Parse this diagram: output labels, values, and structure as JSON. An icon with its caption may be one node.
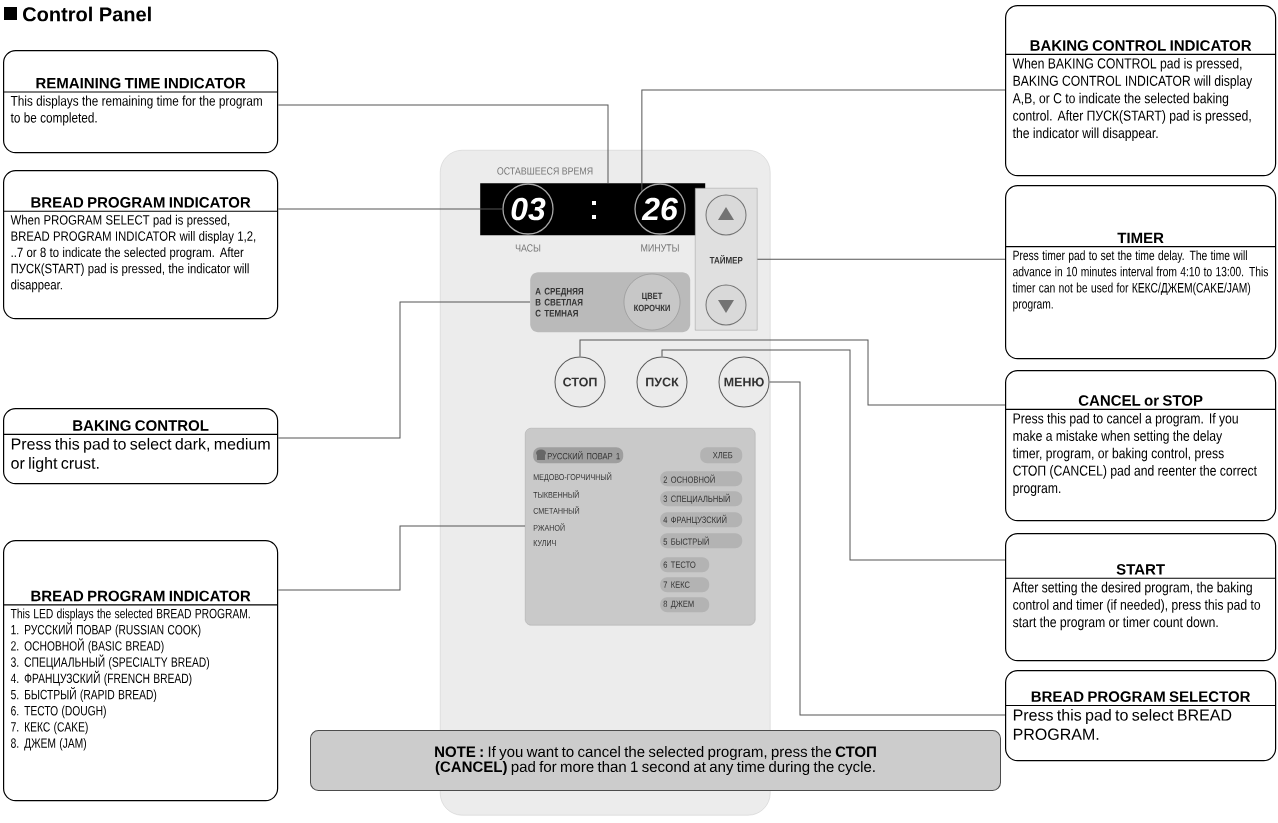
{
  "diagram": {
    "title": "Control Panel",
    "nodes": [
      {
        "text": [
          "REMAINING TIME INDICATOR",
          "This displays the remaining time for the program to be completed."
        ]
      },
      {
        "text": [
          "BREAD PROGRAM INDICATOR",
          "When PROGRAM SELECT pad is pressed, BREAD PROGRAM INDICATOR will display 1,2, ..7 or 8 to indicate the selected program. After ПУСК(START) pad is pressed, the indicator will disappear."
        ]
      },
      {
        "text": [
          "BAKING CONTROL",
          "Press this pad to select dark, medium or light crust."
        ]
      },
      {
        "text": [
          "BREAD PROGRAM INDICATOR",
          "This LED displays the selected BREAD PROGRAM.",
          "1. РУССКИЙ ПОВАР (RUSSIAN COOK)",
          "2. ОСНОВНОЙ (BASIC BREAD)",
          "3. СПЕЦИАЛЬНЫЙ (SPECIALTY BREAD)",
          "4. ФРАНЦУЗСКИЙ (FRENCH BREAD)",
          "5. БЫСТРЫЙ (RAPID BREAD)",
          "6. ТЕСТО (DOUGH)",
          "7. КЕКС (CAKE)",
          "8. ДЖЕМ (JAM)"
        ]
      },
      {
        "text": [
          "BAKING CONTROL INDICATOR",
          "When BAKING CONTROL pad is pressed, BAKING CONTROL INDICATOR will display A,B, or C to indicate the selected baking control. After ПУСК(START) pad is pressed, the indicator will disappear."
        ]
      },
      {
        "text": [
          "TIMER",
          "Press timer pad to set the time delay. The time will advance in 10 minutes interval from 4:10 to 13:00. This timer can not be used for КЕКС/ДЖЕМ(CAKE/JAM) program."
        ]
      },
      {
        "text": [
          "CANCEL or STOP",
          "Press this pad to cancel a program. If you make a mistake when setting the delay timer, program, or baking control, press СТОП (CANCEL) pad and reenter the correct program."
        ]
      },
      {
        "text": [
          "START",
          "After setting the desired program, the baking control and timer (if needed), press this pad to start the program or timer count down."
        ]
      },
      {
        "text": [
          "BREAD PROGRAM SELECTOR",
          "Press this pad to select BREAD PROGRAM."
        ]
      },
      {
        "text": [],
        "shape": "box"
      },
      {
        "text": [],
        "shape": "box",
        "in": 9,
        "beside": [
          "ОСТАВШЕЕСЯ ВРЕМЯ"
        ]
      },
      {
        "text": [
          "03"
        ],
        "in": 10,
        "beside": [
          "ЧАСЫ"
        ]
      },
      {
        "text": [
          "26"
        ],
        "in": 10,
        "beside": [
          "МИНУТЫ"
        ]
      },
      {
        "text": [
          "A СРЕДНЯЯ",
          "B СВЕТЛАЯ",
          "C ТЕМНАЯ"
        ],
        "in": 9
      },
      {
        "text": [
          "ЦВЕТ КОРОЧКИ"
        ],
        "in": 13
      },
      {
        "text": [
          "ТАЙМЕР"
        ],
        "in": 9
      },
      {
        "text": [],
        "shape": "circle",
        "in": 15
      },
      {
        "text": [],
        "shape": "circle",
        "in": 15
      },
      {
        "text": [
          "СТОП"
        ],
        "in": 9
      },
      {
        "text": [
          "ПУСК"
        ],
        "in": 9
      },
      {
        "text": [
          "МЕНЮ"
        ],
        "in": 9
      },
      {
        "text": [],
        "shape": "box",
        "in": 9
      },
      {
        "text": [
          "РУССКИЙ ПОВАР 1"
        ],
        "in": 21
      },
      {
        "text": [
          "ХЛЕБ"
        ],
        "in": 21
      },
      {
        "text": [
          "2 ОСНОВНОЙ"
        ],
        "in": 21
      },
      {
        "text": [
          "3 СПЕЦИАЛЬНЫЙ"
        ],
        "in": 21
      },
      {
        "text": [
          "4 ФРАНЦУЗСКИЙ"
        ],
        "in": 21
      },
      {
        "text": [
          "5 БЫСТРЫЙ"
        ],
        "in": 21
      },
      {
        "text": [
          "6 ТЕСТО"
        ],
        "in": 21
      },
      {
        "text": [
          "7 КЕКС"
        ],
        "in": 21
      },
      {
        "text": [
          "8 ДЖЕМ"
        ],
        "in": 21
      },
      {
        "text": [
          "**NOTE :** If you want to cancel the selected program, press the **СТОП (CANCEL)** pad for more than 1 second at any time during the cycle."
        ]
      }
    ],
    "edges": [
      {
        "from": 0,
        "to": 10,
        "arrow": "none"
      },
      {
        "from": 1,
        "to": 11,
        "arrow": "none"
      },
      {
        "from": 2,
        "to": 13,
        "arrow": "none"
      },
      {
        "from": 3,
        "to": 21,
        "arrow": "none"
      },
      {
        "from": 4,
        "to": 12,
        "arrow": "none"
      },
      {
        "from": 5,
        "to": 15,
        "arrow": "none"
      },
      {
        "from": 6,
        "to": 18,
        "arrow": "none"
      },
      {
        "from": 7,
        "to": 19,
        "arrow": "none"
      },
      {
        "from": 8,
        "to": 20,
        "arrow": "none"
      }
    ],
    "labels": [
      "МЕДОВО-ГОРЧИЧНЫЙ",
      "ТЫКВЕННЫЙ",
      "СМЕТАННЫЙ",
      "РЖАНОЙ",
      "КУЛИЧ"
    ]
  }
}
